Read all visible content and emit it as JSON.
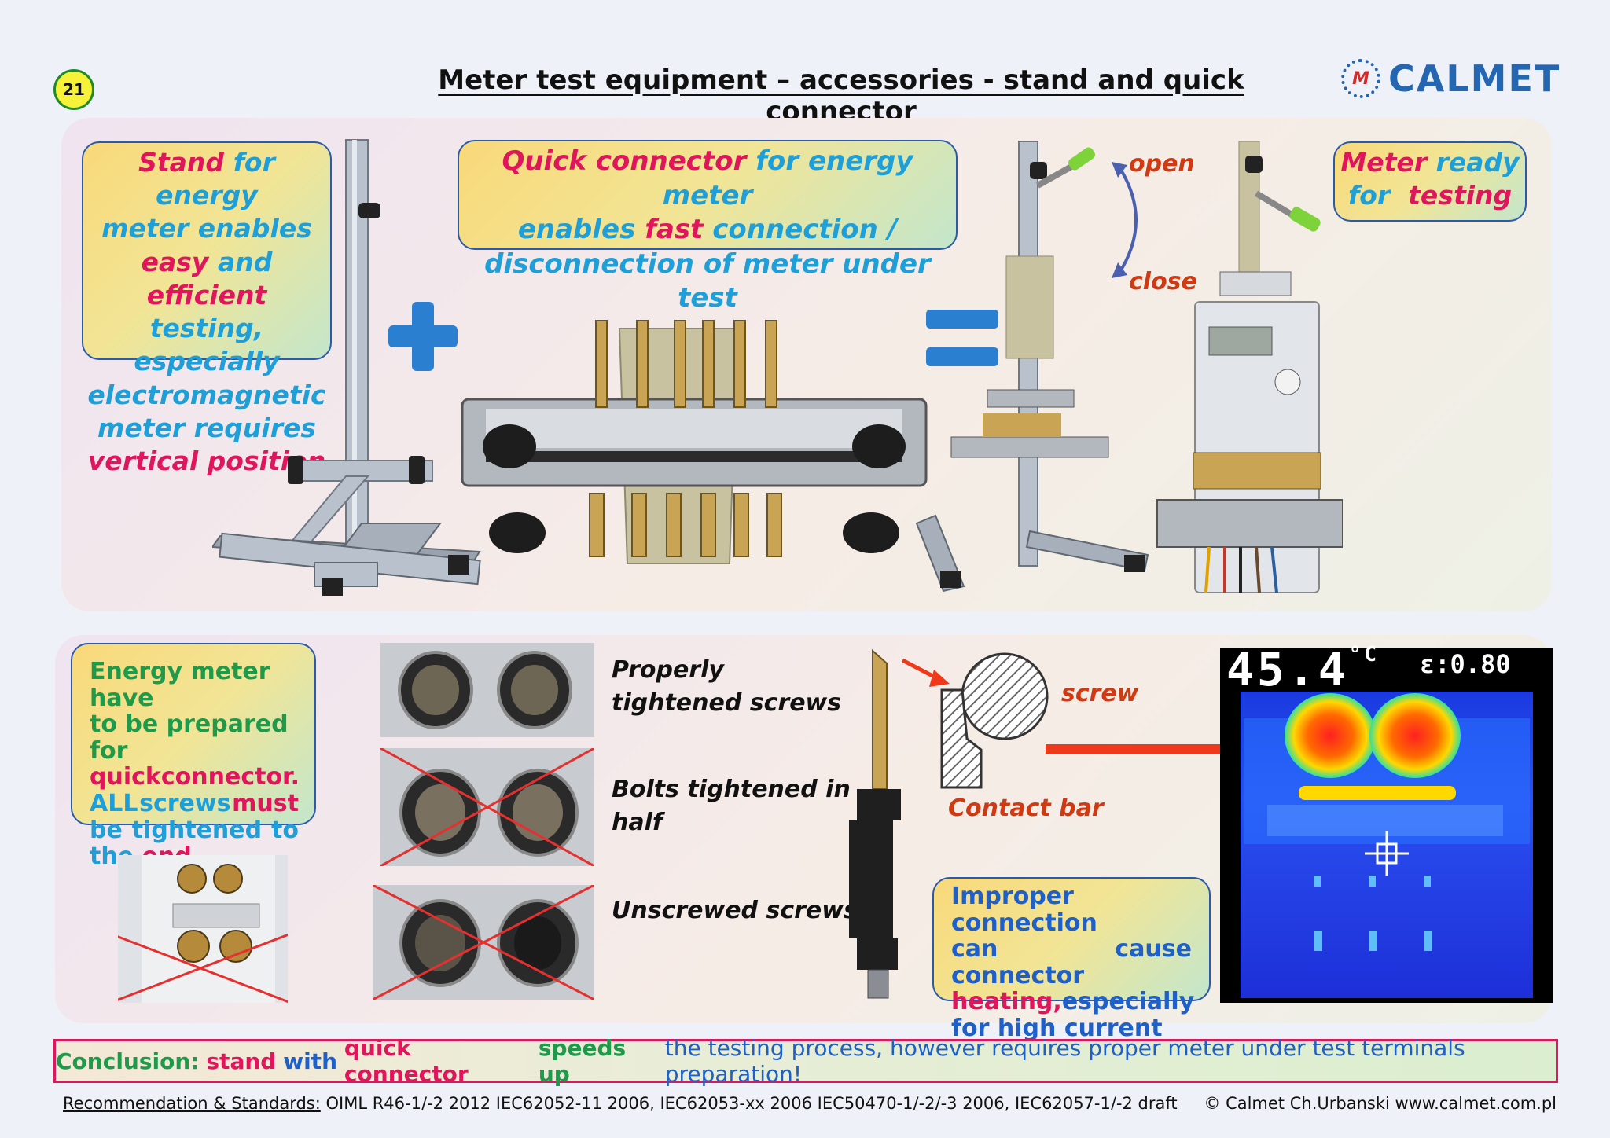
{
  "page_number": "21",
  "title": "Meter test equipment – accessories - stand and quick connector",
  "logo": {
    "text": "CALMET",
    "mark": "M"
  },
  "top": {
    "stand_box": {
      "l1a": "Stand",
      "l1b": "for energy",
      "l2": "meter enables",
      "l3a": "easy",
      "l3b": "and",
      "l3c": "efficient",
      "l4": "testing, especially",
      "l5": "electromagnetic",
      "l6": "meter requires",
      "l7": "vertical position"
    },
    "connector_box": {
      "l1a": "Quick connector",
      "l1b": "for energy meter",
      "l2a": "enables",
      "l2b": "fast",
      "l2c": "connection /",
      "l3": "disconnection of meter under test"
    },
    "open_label": "open",
    "close_label": "close",
    "ready_box": {
      "l1a": "Meter",
      "l1b": "ready",
      "l2a": "for",
      "l2b": "testing"
    }
  },
  "bottom": {
    "prep_box": {
      "l1": "Energy meter have",
      "l2": "to be prepared for",
      "l3a": "quick",
      "l3b": "connector.",
      "l4a": "ALL",
      "l4b": "screws",
      "l4c": "must",
      "l5a": "be",
      "l5b": "tightened",
      "l5c": "to",
      "l6a": "the",
      "l6b": "end"
    },
    "screw_labels": [
      "Properly",
      "tightened screws",
      "Bolts tightened in",
      "half",
      "Unscrewed screws"
    ],
    "screw_label": "screw",
    "contact_bar_label": "Contact bar",
    "improper_box": {
      "l1": "Improper connection",
      "l2": "can cause connector",
      "l3a": "heating,",
      "l3b": "especially",
      "l4": "for high current"
    },
    "thermal": {
      "temperature": "45.4",
      "unit": "°C",
      "emissivity": "ε:0.80"
    }
  },
  "conclusion": {
    "a": "Conclusion:",
    "b": "stand",
    "c": "with",
    "d": "quick connector",
    "e": "speeds up",
    "f": "the testing process, however requires proper meter under test terminals preparation!"
  },
  "footer": {
    "label": "Recommendation & Standards:",
    "standards": "OIML R46-1/-2 2012   IEC62052-11 2006, IEC62053-xx 2006   IEC50470-1/-2/-3 2006, IEC62057-1/-2 draft",
    "copyright": "© Calmet Ch.Urbanski   www.calmet.com.pl"
  },
  "colors": {
    "magenta": "#e0165d",
    "cyan": "#1f9fd8",
    "green": "#1e9a4a",
    "blue": "#1f5fc8",
    "orange_red": "#cf3a13"
  }
}
